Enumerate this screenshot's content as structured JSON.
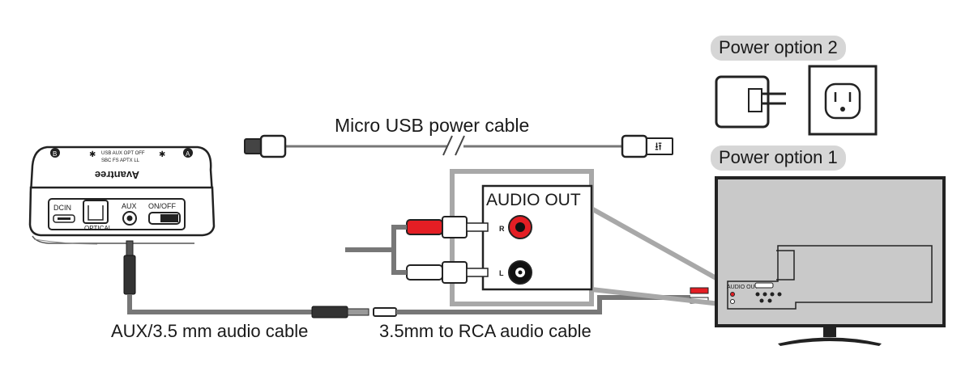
{
  "labels": {
    "power_option_2": "Power option 2",
    "power_option_1": "Power option 1",
    "micro_usb_cable": "Micro USB power cable",
    "aux_cable": "AUX/3.5 mm audio cable",
    "rca_cable": "3.5mm to RCA audio cable",
    "audio_out": "AUDIO OUT",
    "channel_r": "R",
    "channel_l": "L"
  },
  "device": {
    "brand": "Avantree",
    "port_dcin": "DCIN",
    "port_optical": "OPTICAL",
    "port_aux": "AUX",
    "switch_onoff": "ON/OFF",
    "top_legend_1": "USB AUX OPT OFF",
    "top_legend_2": "SBC FS APTX LL",
    "btn_a": "A",
    "btn_b": "B"
  },
  "tv": {
    "audio_out": "AUDIO OUT"
  },
  "colors": {
    "cable": "#7a7a7a",
    "red_plug": "#e41e24",
    "pill_bg": "#d6d6d6",
    "zoom_frame": "#a8a8a8"
  }
}
